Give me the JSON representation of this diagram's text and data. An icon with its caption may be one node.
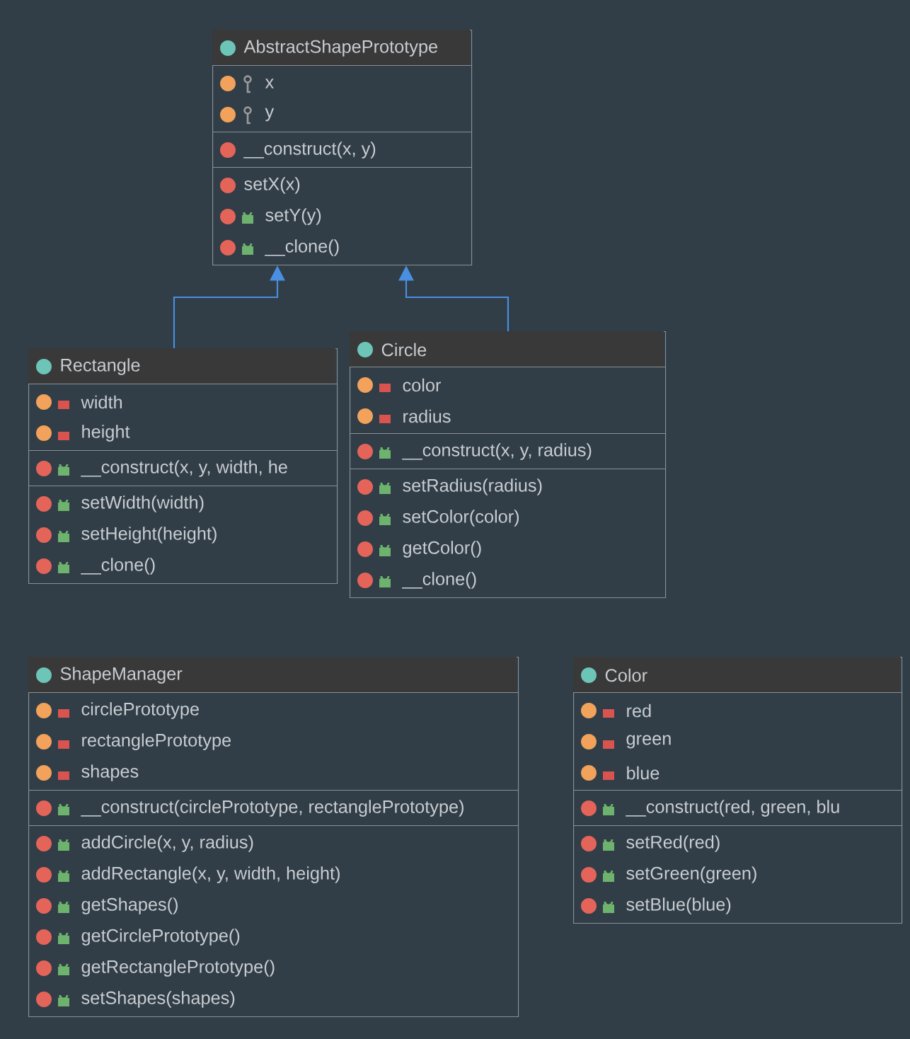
{
  "diagram": {
    "nodes": [
      {
        "text": [
          "AbstractShapePrototype"
        ]
      },
      {
        "text": [
          "x",
          "y"
        ],
        "in": 0
      },
      {
        "text": [
          "__construct(x, y)"
        ],
        "in": 0
      },
      {
        "text": [
          "setX(x)",
          "setY(y)",
          "__clone()"
        ],
        "in": 0
      },
      {
        "text": [
          "Rectangle"
        ]
      },
      {
        "text": [
          "width",
          "height"
        ],
        "in": 4
      },
      {
        "text": [
          "__construct(x, y, width, he"
        ],
        "in": 4
      },
      {
        "text": [
          "setWidth(width)",
          "setHeight(height)",
          "__clone()"
        ],
        "in": 4
      },
      {
        "text": [
          "Circle"
        ]
      },
      {
        "text": [
          "color",
          "radius"
        ],
        "in": 8
      },
      {
        "text": [
          "__construct(x, y, radius)"
        ],
        "in": 8
      },
      {
        "text": [
          "setRadius(radius)",
          "setColor(color)",
          "getColor()",
          "__clone()"
        ],
        "in": 8
      },
      {
        "text": [
          "ShapeManager"
        ]
      },
      {
        "text": [
          "circlePrototype",
          "rectanglePrototype",
          "shapes"
        ],
        "in": 12
      },
      {
        "text": [
          "__construct(circlePrototype, rectanglePrototype)"
        ],
        "in": 12
      },
      {
        "text": [
          "addCircle(x, y, radius)",
          "addRectangle(x, y, width, height)",
          "getShapes()",
          "getCirclePrototype()",
          "getRectanglePrototype()",
          "setShapes(shapes)"
        ],
        "in": 12
      },
      {
        "text": [
          "Color"
        ]
      },
      {
        "text": [
          "red",
          "green",
          "blue"
        ],
        "in": 16
      },
      {
        "text": [
          "__construct(red, green, blu"
        ],
        "in": 16
      },
      {
        "text": [
          "setRed(red)",
          "setGreen(green)",
          "setBlue(blue)"
        ],
        "in": 16
      }
    ],
    "edges": [
      {
        "from": 4,
        "to": 0,
        "arrow": "to"
      },
      {
        "from": 8,
        "to": 0,
        "arrow": "to"
      }
    ]
  }
}
